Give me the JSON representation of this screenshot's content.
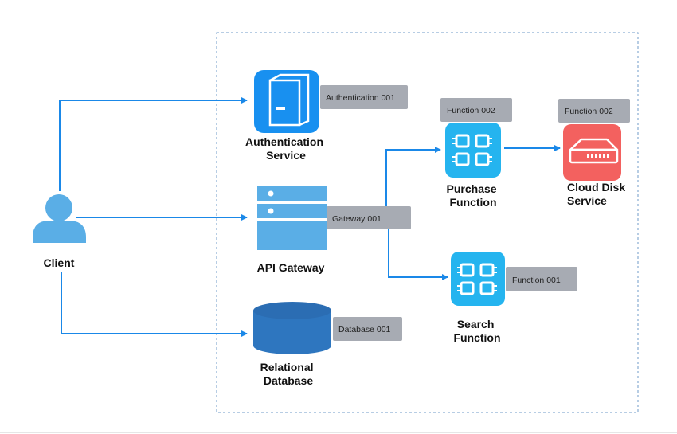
{
  "colors": {
    "blue": "#1890f0",
    "arrow": "#1a88e8",
    "cyan": "#25b4ef",
    "light_blue": "#5aaee6",
    "db_blue": "#2e76bf",
    "red": "#f3615f",
    "tag": "#a7abb3",
    "border": "#6f9bc9"
  },
  "nodes": {
    "client": {
      "label": "Client",
      "icon": "user-icon"
    },
    "auth": {
      "label_lines": [
        "Authentication",
        "Service"
      ],
      "tag": "Authentication 001",
      "icon": "auth-door-icon"
    },
    "gateway": {
      "label": "API Gateway",
      "tag": "Gateway 001",
      "icon": "server-icon"
    },
    "database": {
      "label_lines": [
        "Relational",
        "Database"
      ],
      "tag": "Database 001",
      "icon": "database-icon"
    },
    "purchase": {
      "label_lines": [
        "Purchase",
        "Function"
      ],
      "tag": "Function 002",
      "icon": "chip-icon"
    },
    "search": {
      "label_lines": [
        "Search",
        "Function"
      ],
      "tag": "Function 001",
      "icon": "chip-icon"
    },
    "cloud_disk": {
      "label_lines": [
        "Cloud Disk",
        "Service"
      ],
      "tag": "Function 002",
      "icon": "disk-icon"
    }
  }
}
